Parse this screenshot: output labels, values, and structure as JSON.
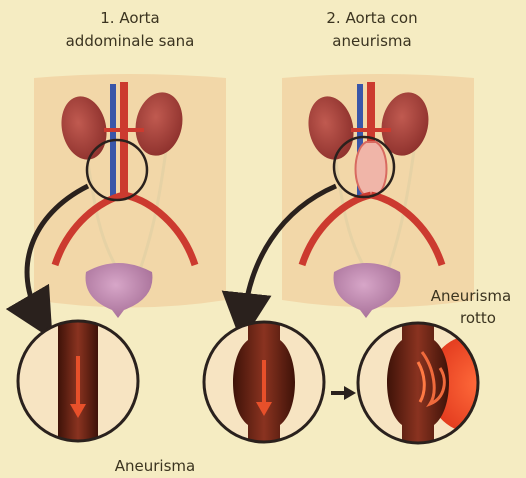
{
  "panel1": {
    "title_line1": "1. Aorta",
    "title_line2": "addominale sana"
  },
  "panel2": {
    "title_line1": "2. Aorta con",
    "title_line2": "aneurisma"
  },
  "rupture_label_line1": "Aneurisma",
  "rupture_label_line2": "rotto",
  "bottom_label": "Aneurisma",
  "colors": {
    "background": "#f5ecc2",
    "body_silhouette": "#f2d7a8",
    "aorta": "#cc3a2f",
    "vein": "#3a56a8",
    "kidney": "#a3413b",
    "bladder": "#c08bb0",
    "vessel_closeup": "#6b2417",
    "rupture_blood": "#ee4a2a",
    "arrow": "#2a211d"
  }
}
